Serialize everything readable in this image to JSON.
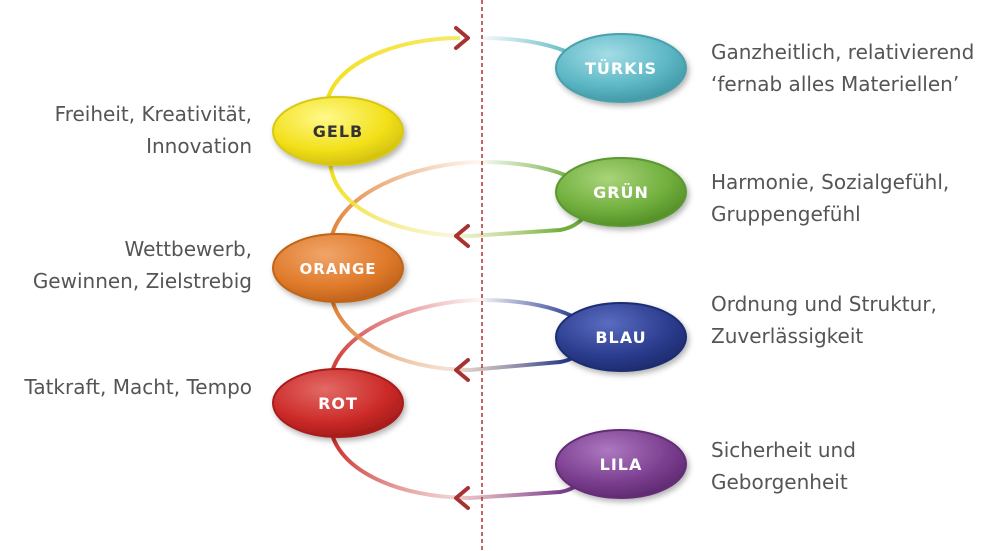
{
  "stages": [
    {
      "key": "gelb",
      "label": "GELB",
      "side": "left",
      "color": "#f2e01a",
      "lines": [
        "Freiheit, Kreativität,",
        "Innovation"
      ]
    },
    {
      "key": "orange",
      "label": "ORANGE",
      "side": "left",
      "color": "#e07a2a",
      "lines": [
        "Wettbewerb,",
        "Gewinnen, Zielstrebig"
      ]
    },
    {
      "key": "rot",
      "label": "ROT",
      "side": "left",
      "color": "#cc2a28",
      "lines": [
        "Tatkraft, Macht, Tempo"
      ]
    },
    {
      "key": "tuerkis",
      "label": "TÜRKIS",
      "side": "right",
      "color": "#5bb6c4",
      "lines": [
        "Ganzheitlich, relativierend",
        "‘fernab alles Materiellen’"
      ]
    },
    {
      "key": "gruen",
      "label": "GRÜN",
      "side": "right",
      "color": "#6fae3c",
      "lines": [
        "Harmonie, Sozialgefühl,",
        "Gruppengefühl"
      ]
    },
    {
      "key": "blau",
      "label": "BLAU",
      "side": "right",
      "color": "#2b3c8e",
      "lines": [
        "Ordnung und Struktur,",
        "Zuverlässigkeit"
      ]
    },
    {
      "key": "lila",
      "label": "LILA",
      "side": "right",
      "color": "#7a3d8e",
      "lines": [
        "Sicherheit und",
        "Geborgenheit"
      ]
    }
  ],
  "colors": {
    "divider": "#b03030",
    "arrow": "#a83232",
    "text": "#555555",
    "oval_text": "#ffffff",
    "gelb_text": "#333333"
  }
}
